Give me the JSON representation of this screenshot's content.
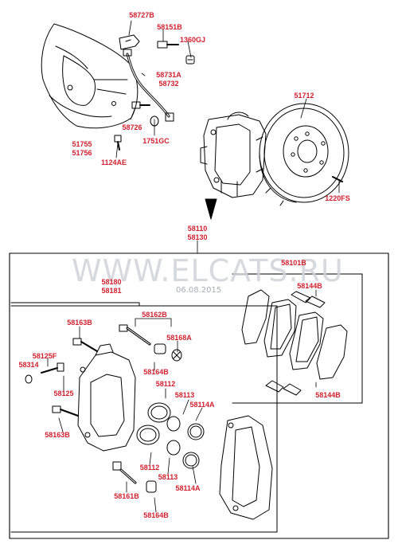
{
  "watermark": {
    "site": "WWW.ELCATS.RU",
    "date": "06.08.2015"
  },
  "labels": {
    "p58727B": "58727B",
    "p58151B": "58151B",
    "p1360GJ": "1360GJ",
    "p58731A": "58731A",
    "p58732": "58732",
    "p51712": "51712",
    "p58726": "58726",
    "p1751GC": "1751GC",
    "p51755": "51755",
    "p51756": "51756",
    "p1124AE": "1124AE",
    "p1220FS": "1220FS",
    "p58110": "58110",
    "p58130": "58130",
    "p58101B": "58101B",
    "p58144B_top": "58144B",
    "p58144B_bottom": "58144B",
    "p58180": "58180",
    "p58181": "58181",
    "p58162B": "58162B",
    "p58163B_top": "58163B",
    "p58168A": "58168A",
    "p58125F": "58125F",
    "p58314": "58314",
    "p58164B_top": "58164B",
    "p58112_top": "58112",
    "p58125": "58125",
    "p58113_top": "58113",
    "p58114A_top": "58114A",
    "p58163B_bottom": "58163B",
    "p58112_bottom": "58112",
    "p58113_bottom": "58113",
    "p58114A_bottom": "58114A",
    "p58161B": "58161B",
    "p58164B_bottom": "58164B"
  },
  "colors": {
    "label": "#d2202f",
    "line": "#000000",
    "watermark": "#cfd3d8"
  }
}
